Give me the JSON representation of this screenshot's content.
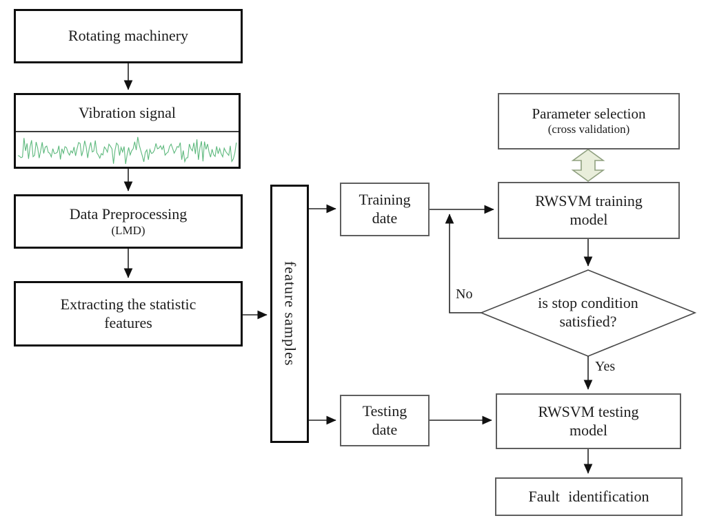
{
  "nodes": {
    "rotating_machinery": {
      "label": "Rotating machinery"
    },
    "vibration_signal": {
      "label": "Vibration signal"
    },
    "data_preprocessing": {
      "line1": "Data Preprocessing",
      "line2": "(LMD)"
    },
    "extracting_features": {
      "line1": "Extracting the statistic",
      "line2": "features"
    },
    "feature_samples": {
      "label": "feature samples"
    },
    "training_data": {
      "line1": "Training",
      "line2": "date"
    },
    "testing_data": {
      "line1": "Testing",
      "line2": "date"
    },
    "parameter_selection": {
      "line1": "Parameter selection",
      "line2": "(cross validation)"
    },
    "rwsvm_training": {
      "line1": "RWSVM training",
      "line2": "model"
    },
    "stop_condition": {
      "line1": "is stop condition",
      "line2": "satisfied?"
    },
    "rwsvm_testing": {
      "line1": "RWSVM testing",
      "line2": "model"
    },
    "fault_identification": {
      "label": "Fault identification"
    }
  },
  "edge_labels": {
    "no": "No",
    "yes": "Yes"
  },
  "colors": {
    "waveform_green": "#5cb87c",
    "double_arrow_fill": "#e9eedb",
    "double_arrow_stroke": "#8fa07f",
    "line": "#222222",
    "box_border_dark": "#0e0e0e",
    "box_border_gray": "#5e5e5e"
  }
}
